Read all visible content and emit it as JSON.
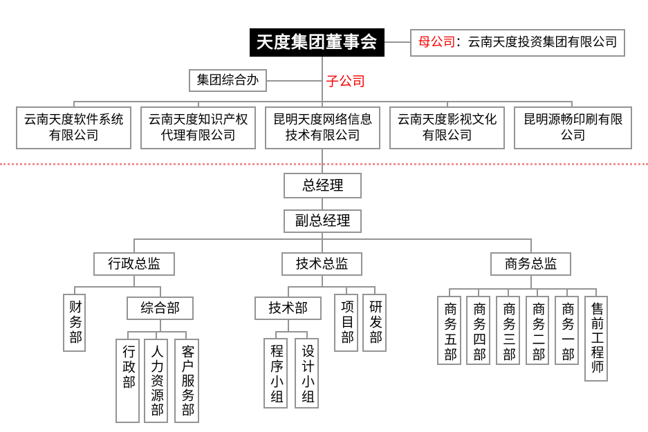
{
  "org_chart": {
    "board": "天度集团董事会",
    "parent_company": {
      "label": "母公司",
      "name": "：云南天度投资集团有限公司"
    },
    "subsidiary_label": "子公司",
    "group_office": "集团综合办",
    "subsidiaries": [
      {
        "line1": "云南天度软件系统",
        "line2": "有限公司"
      },
      {
        "line1": "云南天度知识产权",
        "line2": "代理有限公司"
      },
      {
        "line1": "昆明天度网络信息",
        "line2": "技术有限公司"
      },
      {
        "line1": "云南天度影视文化",
        "line2": "有限公司"
      },
      {
        "line1": "昆明源畅印刷有限",
        "line2": "公司"
      }
    ],
    "general_manager": "总经理",
    "deputy_general_manager": "副总经理",
    "directors": {
      "admin": "行政总监",
      "tech": "技术总监",
      "business": "商务总监"
    },
    "admin_branch": {
      "finance": "财务部",
      "general_affairs": "综合部",
      "admin_dept": "行政部",
      "hr_dept": "人力资源部",
      "customer_service_dept": "客户服务部"
    },
    "tech_branch": {
      "tech_dept": "技术部",
      "project_dept": "项目部",
      "rnd_dept": "研发部",
      "programming_team": "程序小组",
      "design_team": "设计小组"
    },
    "business_branch": {
      "dept5": "商务五部",
      "dept4": "商务四部",
      "dept3": "商务三部",
      "dept2": "商务二部",
      "dept1": "商务一部",
      "presales_engineer": "售前工程师"
    },
    "colors": {
      "accent_red": "#f80000",
      "divider_red": "#f09090",
      "line_gray": "#949494"
    }
  }
}
